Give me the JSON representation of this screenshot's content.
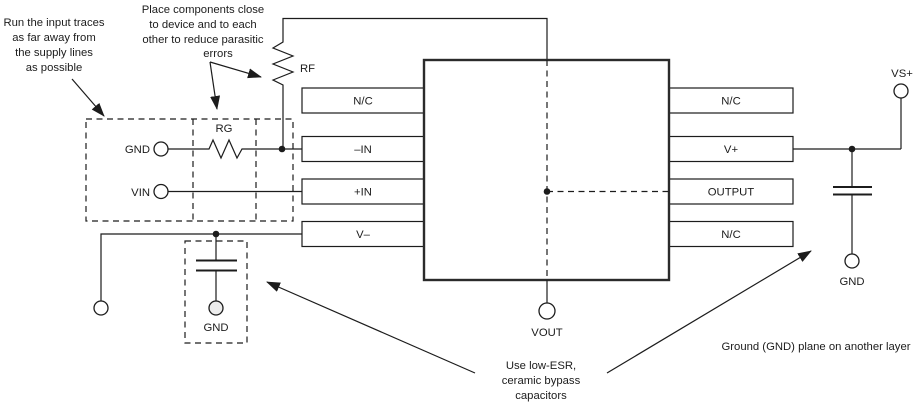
{
  "annotations": {
    "run_input_traces": [
      "Run the input traces",
      "as far away from",
      "the supply lines",
      "as possible"
    ],
    "place_components": [
      "Place components close",
      "to device and to each",
      "other to reduce parasitic",
      "errors"
    ],
    "bypass_caps": [
      "Use low-ESR,",
      "ceramic bypass",
      "capacitors"
    ],
    "ground_plane": "Ground (GND) plane on another layer"
  },
  "components": {
    "rf": "RF",
    "rg": "RG"
  },
  "terminals": {
    "input_gnd": "GND",
    "vin": "VIN",
    "vout": "VOUT",
    "vs_plus": "VS+",
    "left_bypass_gnd": "GND",
    "right_bypass_gnd": "GND"
  },
  "ic": {
    "left_pins": [
      "N/C",
      "–IN",
      "+IN",
      "V–"
    ],
    "right_pins": [
      "N/C",
      "V+",
      "OUTPUT",
      "N/C"
    ]
  },
  "colors": {
    "ink": "#1c1c1c",
    "background": "#ffffff"
  }
}
